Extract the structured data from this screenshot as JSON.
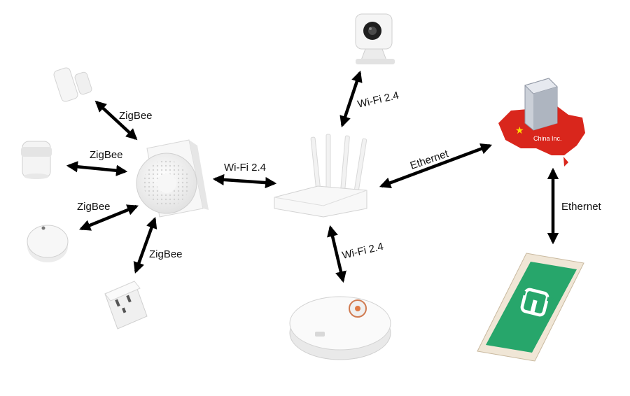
{
  "colors": {
    "arrow": "#000000",
    "china_map": "#d9261c",
    "phone_screen": "#27a66b",
    "device_white": "#f4f4f4",
    "device_outline": "#cfcfcf"
  },
  "devices": {
    "door_sensor": {
      "icon": "door-window-sensor-icon"
    },
    "motion_sensor": {
      "icon": "motion-sensor-icon"
    },
    "temp_sensor": {
      "icon": "temperature-humidity-sensor-icon"
    },
    "smart_plug": {
      "icon": "smart-plug-icon"
    },
    "gateway": {
      "icon": "zigbee-gateway-hub-icon"
    },
    "camera": {
      "icon": "security-camera-icon"
    },
    "router": {
      "icon": "wifi-router-icon"
    },
    "vacuum": {
      "icon": "robot-vacuum-icon"
    },
    "cloud_server": {
      "icon": "server-icon",
      "map_label": "China Inc."
    },
    "phone": {
      "icon": "smartphone-app-icon"
    }
  },
  "links": {
    "door_gateway": "ZigBee",
    "motion_gateway": "ZigBee",
    "temp_gateway": "ZigBee",
    "plug_gateway": "ZigBee",
    "gateway_router": "Wi-Fi 2.4",
    "camera_router": "Wi-Fi 2.4",
    "vacuum_router": "Wi-Fi 2.4",
    "router_cloud": "Ethernet",
    "cloud_phone": "Ethernet"
  }
}
